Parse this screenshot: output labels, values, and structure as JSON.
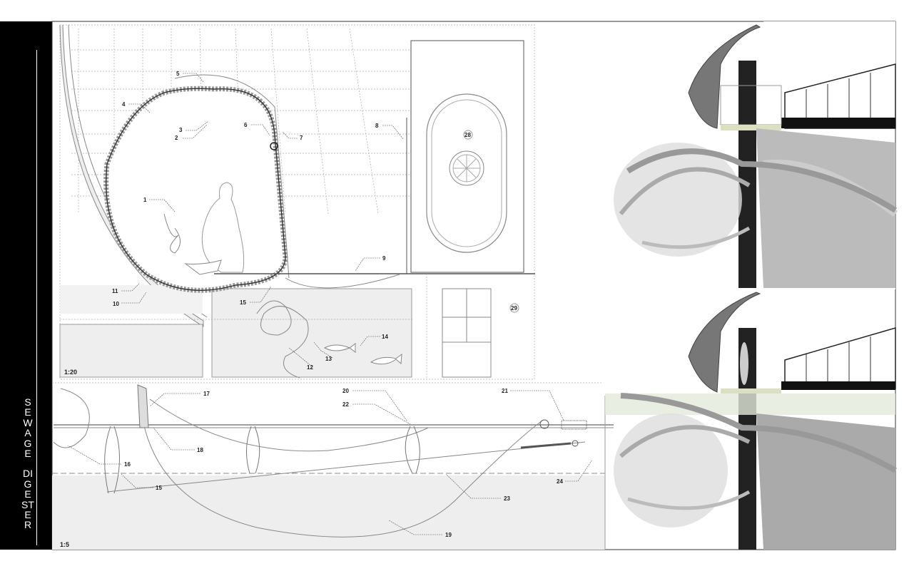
{
  "title": {
    "word1": "SEWAGE",
    "word2": "DIGESTER"
  },
  "section_detail": {
    "scale": "1:20",
    "callouts": [
      "1",
      "2",
      "3",
      "4",
      "5",
      "6",
      "7",
      "8",
      "9",
      "10",
      "11",
      "12",
      "13",
      "14",
      "15",
      "28",
      "29"
    ]
  },
  "plan_detail": {
    "scale": "1:5",
    "callouts": [
      "15",
      "16",
      "17",
      "18",
      "19",
      "20",
      "21",
      "22",
      "23",
      "24"
    ]
  },
  "colors": {
    "sidebar": "#000000",
    "line": "#888888",
    "fill_gray": "#eeeeee"
  }
}
